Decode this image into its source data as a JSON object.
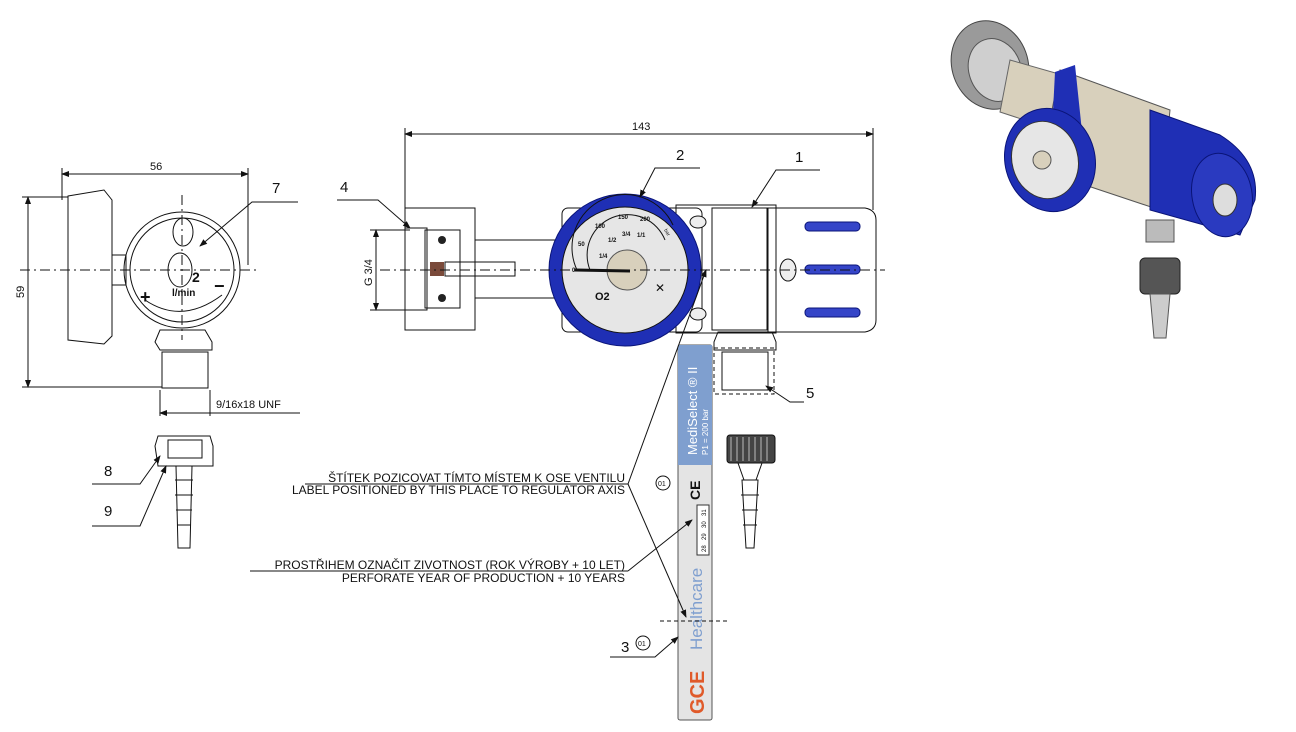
{
  "dimensions": {
    "overall_length": "143",
    "width": "56",
    "height": "59",
    "inlet_thread": "G 3/4",
    "outlet_thread": "9/16x18 UNF"
  },
  "callouts": [
    "1",
    "2",
    "3",
    "4",
    "5",
    "7",
    "8",
    "9"
  ],
  "revision_marks": [
    "01",
    "01"
  ],
  "notes": {
    "label_cz": "ŠTÍTEK POZICOVAT TÍMTO MÍSTEM K OSE VENTILU",
    "label_en": "LABEL POSITIONED BY THIS PLACE TO REGULATOR AXIS",
    "perforate_cz": "PROSTŘIHEM OZNAČIT ZIVOTNOST (ROK VÝROBY + 10 LET)",
    "perforate_en": "PERFORATE YEAR OF PRODUCTION + 10 YEARS"
  },
  "gauge": {
    "scale": [
      "0",
      "50",
      "100",
      "150",
      "200"
    ],
    "fractions": [
      "1/4",
      "1/2",
      "3/4",
      "1/1"
    ],
    "unit": "bar",
    "gas": "O2"
  },
  "side_view": {
    "flow_value": "2",
    "flow_unit": "l/min",
    "plus": "+",
    "minus": "−"
  },
  "product_label": {
    "name": "MediSelect ® II",
    "pressure": "P1 = 200 bar",
    "years": [
      "28",
      "29",
      "30",
      "31"
    ],
    "ce": "CE",
    "brand": "GCE",
    "brand_sub": "Healthcare"
  },
  "colors": {
    "blue": "#1f2fb5",
    "beige": "#d8d0bc",
    "gauge_face": "#e6e6e6",
    "label_blue": "#7f9fcf",
    "gce_red": "#e05a2a"
  }
}
